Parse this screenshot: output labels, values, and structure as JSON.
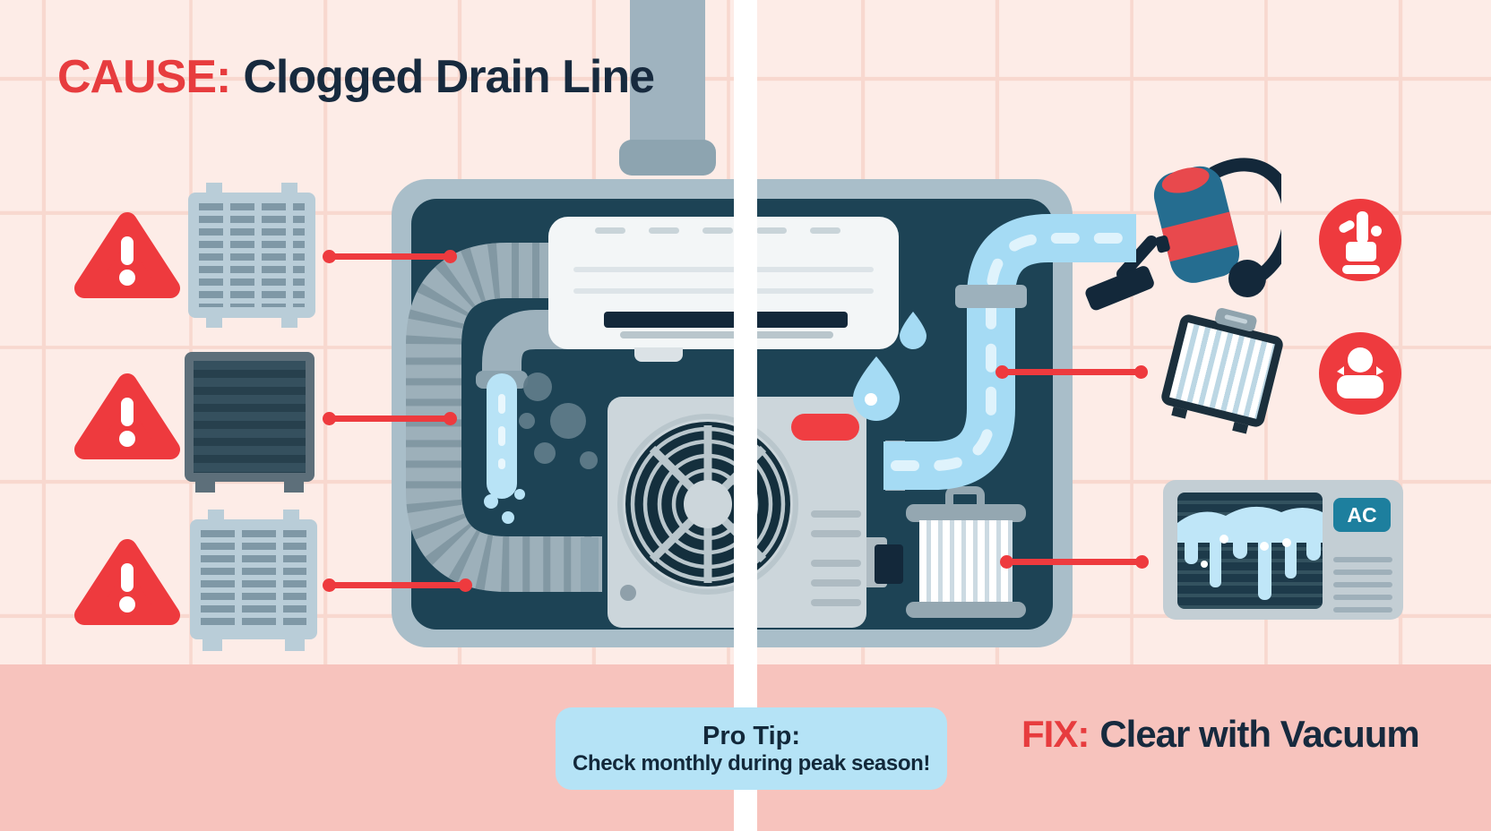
{
  "title": {
    "label": "CAUSE:",
    "text": "Clogged Drain Line"
  },
  "fix": {
    "label": "FIX:",
    "text": "Clear with Vacuum"
  },
  "pro_tip": {
    "label": "Pro Tip:",
    "text": "Check monthly during peak season!"
  },
  "frozen_ac": {
    "badge": "AC"
  },
  "icons": {
    "warning": "warning-triangle-icon",
    "filter_grid": "air-filter-grid-icon",
    "filter_dark": "dirty-air-filter-icon",
    "filter_slats": "air-filter-slats-icon",
    "vacuum": "vacuum-cleaner-icon",
    "cleaning_tool": "cleaning-tool-icon",
    "maintenance": "maintenance-person-icon",
    "clean_filter": "clean-filter-icon",
    "frozen_unit": "frozen-ac-unit-icon",
    "droplets": "water-droplets-icon"
  },
  "colors": {
    "background": "#fdece7",
    "band_pink": "#f7c3bd",
    "accent_red": "#ee3a3e",
    "navy_text": "#172a3e",
    "panel_frame": "#a9bec9",
    "panel_inner": "#1d4355",
    "water_blue": "#a5dbf4",
    "tip_box_blue": "#b5e3f6",
    "badge_teal": "#1d7f9e"
  }
}
